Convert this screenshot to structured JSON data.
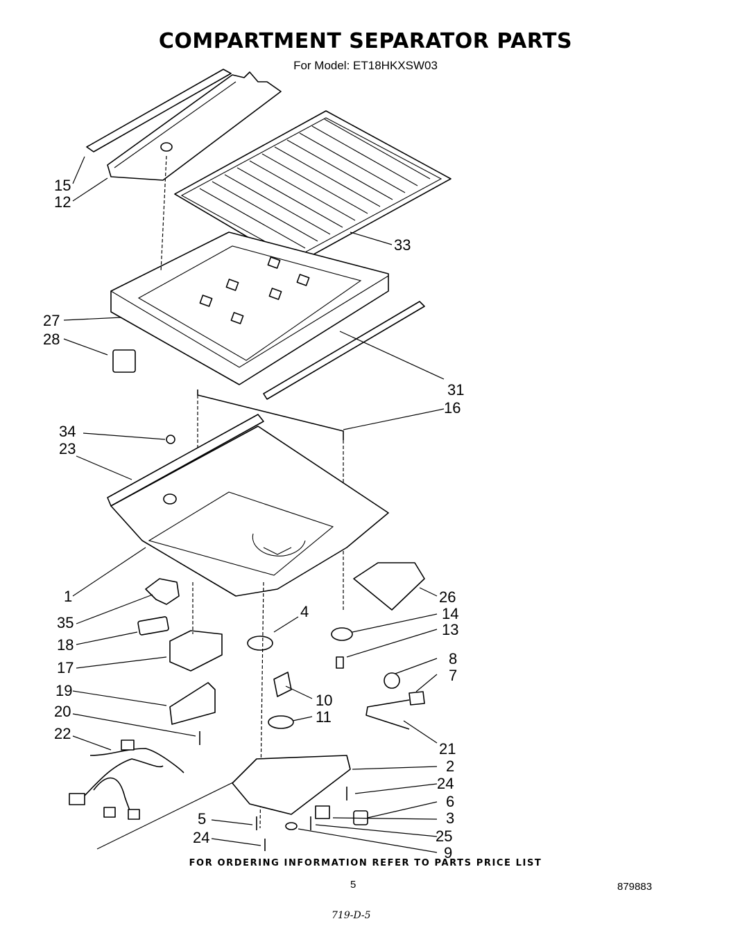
{
  "title": "COMPARTMENT SEPARATOR PARTS",
  "subtitle": "For Model: ET18HKXSW03",
  "footer_note": "FOR ORDERING INFORMATION REFER TO PARTS PRICE LIST",
  "page_number": "5",
  "document_number": "879883",
  "handwritten_note": "719-D-5",
  "callouts": [
    "15",
    "12",
    "33",
    "27",
    "28",
    "31",
    "16",
    "34",
    "23",
    "1",
    "26",
    "35",
    "4",
    "14",
    "13",
    "18",
    "17",
    "8",
    "7",
    "19",
    "10",
    "11",
    "20",
    "22",
    "21",
    "2",
    "24",
    "6",
    "3",
    "5",
    "25",
    "24",
    "9"
  ]
}
